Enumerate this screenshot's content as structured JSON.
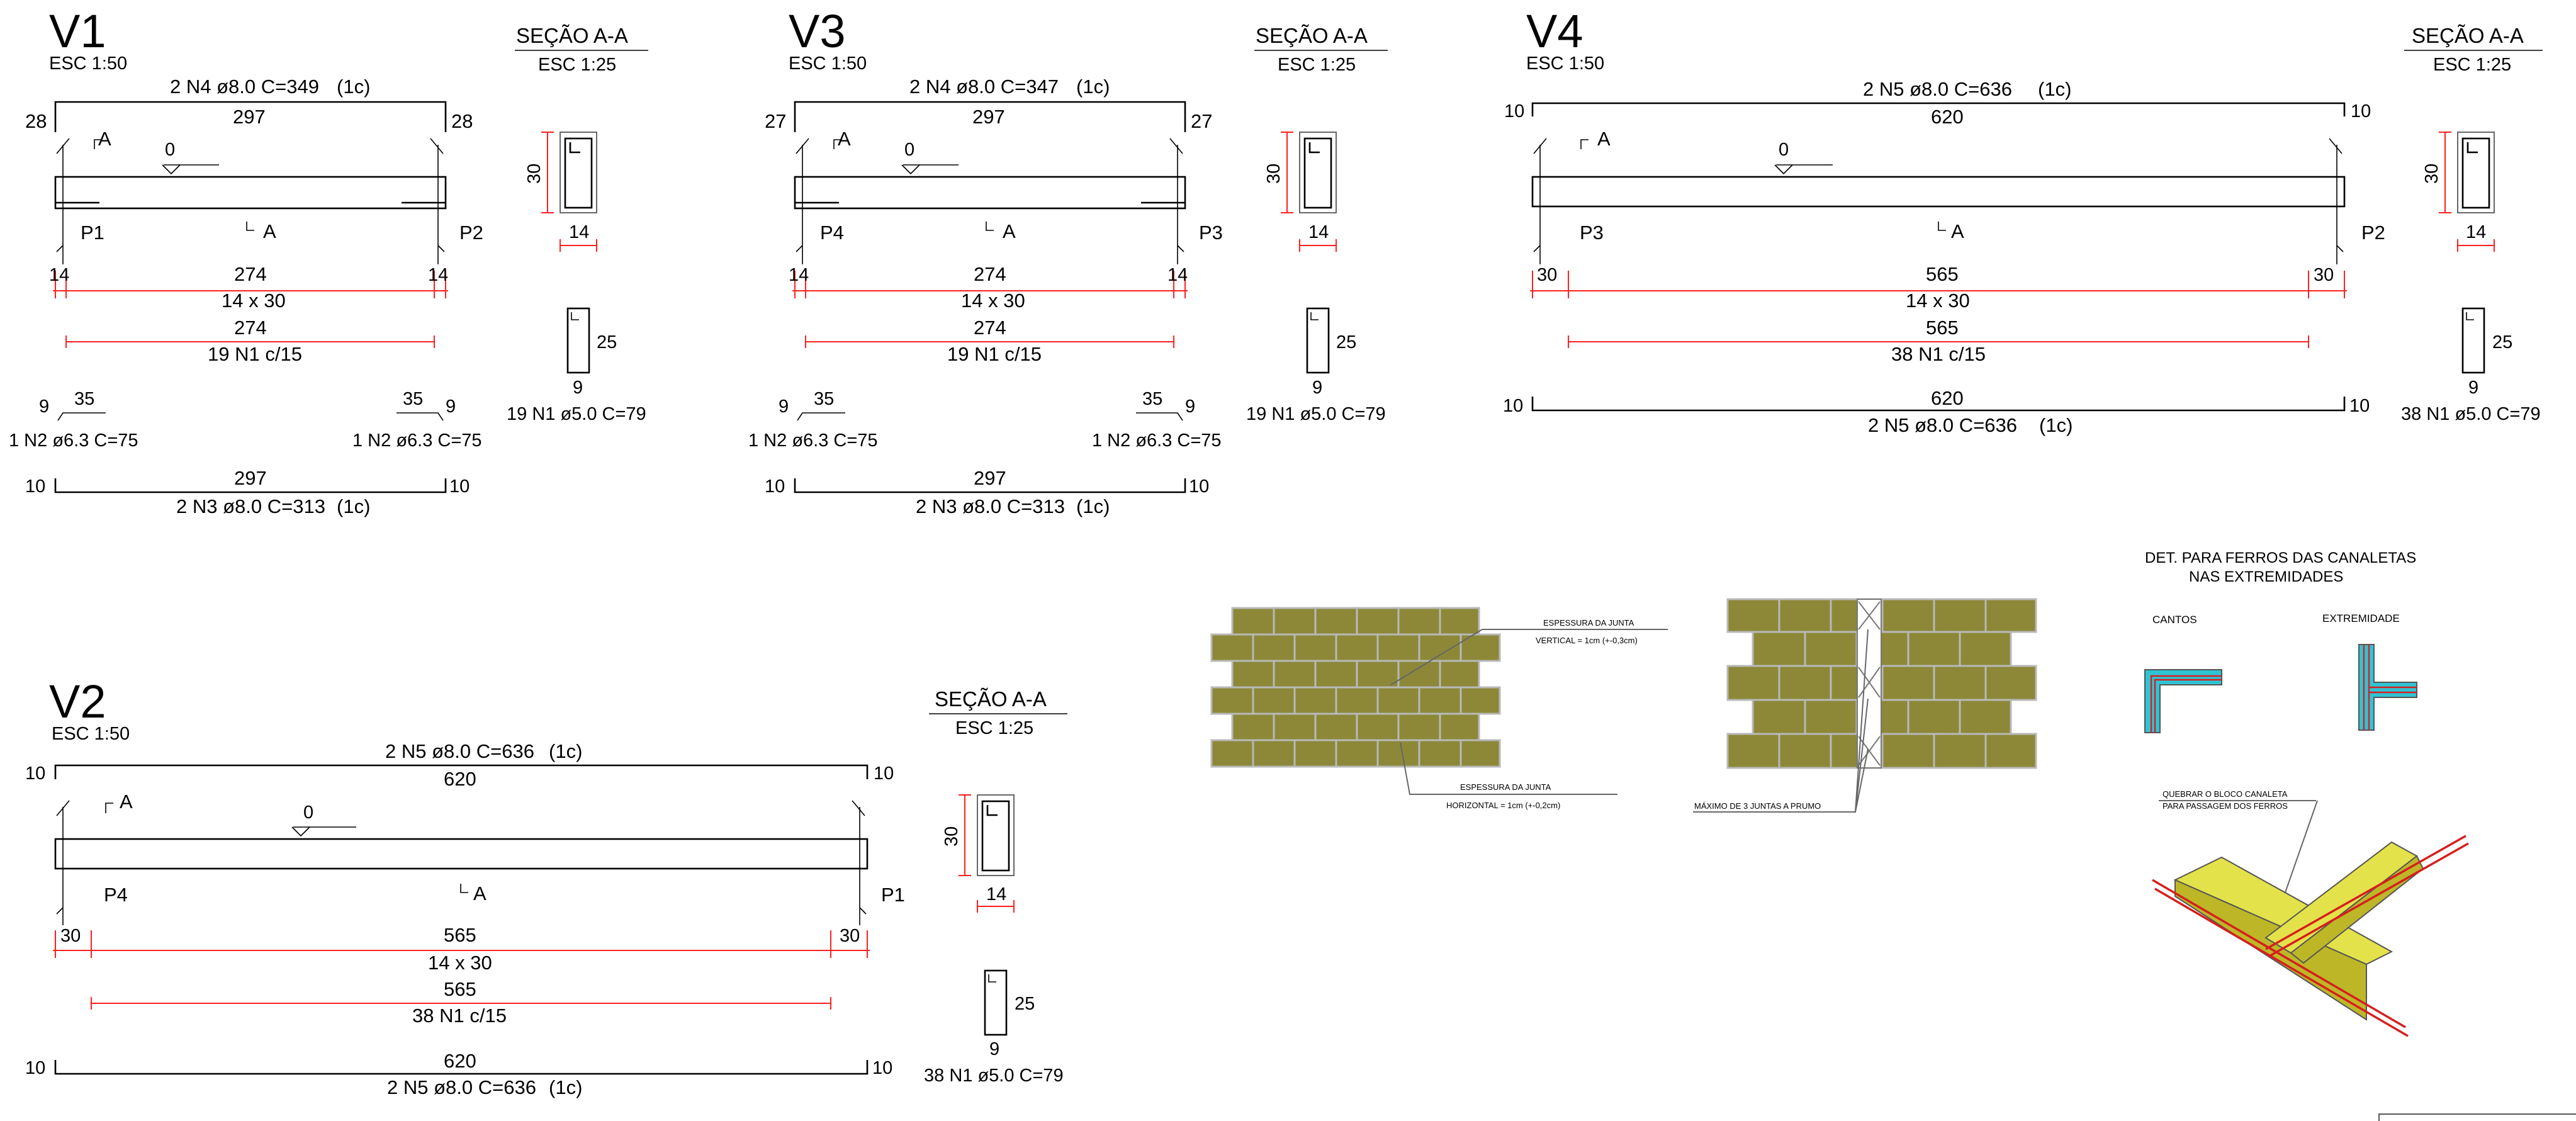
{
  "beams": [
    {
      "id": "V1",
      "scale": "ESC 1:50",
      "top_bar": "2 N4 ø8.0 C=349",
      "top_bar_layer": "(1c)",
      "top_length": "297",
      "top_hook_left": "28",
      "top_hook_right": "28",
      "section_cut": "A",
      "level": "0",
      "support_left": "P1",
      "support_right": "P2",
      "dim_left": "14",
      "dim_span": "274",
      "dim_right": "14",
      "beam_size": "14 x 30",
      "stirrup_span": "274",
      "stirrup_spec": "19 N1 c/15",
      "extra_left_len": "35",
      "extra_left_hook": "9",
      "extra_left_bar": "1 N2 ø6.3 C=75",
      "extra_right_len": "35",
      "extra_right_hook": "9",
      "extra_right_bar": "1 N2 ø6.3 C=75",
      "bottom_length": "297",
      "bottom_hook_left": "10",
      "bottom_hook_right": "10",
      "bottom_bar": "2 N3 ø8.0 C=313",
      "bottom_bar_layer": "(1c)",
      "section_title": "SEÇÃO A-A",
      "section_scale": "ESC 1:25",
      "section_height": "30",
      "section_width": "14",
      "stirrup_height": "25",
      "stirrup_width": "9",
      "stirrup_bar": "19 N1 ø5.0 C=79"
    },
    {
      "id": "V3",
      "scale": "ESC 1:50",
      "top_bar": "2 N4 ø8.0 C=347",
      "top_bar_layer": "(1c)",
      "top_length": "297",
      "top_hook_left": "27",
      "top_hook_right": "27",
      "section_cut": "A",
      "level": "0",
      "support_left": "P4",
      "support_right": "P3",
      "dim_left": "14",
      "dim_span": "274",
      "dim_right": "14",
      "beam_size": "14 x 30",
      "stirrup_span": "274",
      "stirrup_spec": "19 N1 c/15",
      "extra_left_len": "35",
      "extra_left_hook": "9",
      "extra_left_bar": "1 N2 ø6.3 C=75",
      "extra_right_len": "35",
      "extra_right_hook": "9",
      "extra_right_bar": "1 N2 ø6.3 C=75",
      "bottom_length": "297",
      "bottom_hook_left": "10",
      "bottom_hook_right": "10",
      "bottom_bar": "2 N3 ø8.0 C=313",
      "bottom_bar_layer": "(1c)",
      "section_title": "SEÇÃO A-A",
      "section_scale": "ESC 1:25",
      "section_height": "30",
      "section_width": "14",
      "stirrup_height": "25",
      "stirrup_width": "9",
      "stirrup_bar": "19 N1 ø5.0 C=79"
    },
    {
      "id": "V4",
      "scale": "ESC 1:50",
      "top_bar": "2 N5 ø8.0 C=636",
      "top_bar_layer": "(1c)",
      "top_length": "620",
      "top_hook_left": "10",
      "top_hook_right": "10",
      "section_cut": "A",
      "level": "0",
      "support_left": "P3",
      "support_right": "P2",
      "dim_left": "30",
      "dim_span": "565",
      "dim_right": "30",
      "beam_size": "14 x 30",
      "stirrup_span": "565",
      "stirrup_spec": "38 N1 c/15",
      "bottom_length": "620",
      "bottom_hook_left": "10",
      "bottom_hook_right": "10",
      "bottom_bar": "2 N5 ø8.0 C=636",
      "bottom_bar_layer": "(1c)",
      "section_title": "SEÇÃO A-A",
      "section_scale": "ESC 1:25",
      "section_height": "30",
      "section_width": "14",
      "stirrup_height": "25",
      "stirrup_width": "9",
      "stirrup_bar": "38 N1 ø5.0 C=79"
    },
    {
      "id": "V2",
      "scale": "ESC 1:50",
      "top_bar": "2 N5 ø8.0 C=636",
      "top_bar_layer": "(1c)",
      "top_length": "620",
      "top_hook_left": "10",
      "top_hook_right": "10",
      "section_cut": "A",
      "level": "0",
      "support_left": "P4",
      "support_right": "P1",
      "dim_left": "30",
      "dim_span": "565",
      "dim_right": "30",
      "beam_size": "14 x 30",
      "stirrup_span": "565",
      "stirrup_spec": "38 N1 c/15",
      "bottom_length": "620",
      "bottom_hook_left": "10",
      "bottom_hook_right": "10",
      "bottom_bar": "2 N5 ø8.0 C=636",
      "bottom_bar_layer": "(1c)",
      "section_title": "SEÇÃO A-A",
      "section_scale": "ESC 1:25",
      "section_height": "30",
      "section_width": "14",
      "stirrup_height": "25",
      "stirrup_width": "9",
      "stirrup_bar": "38 N1 ø5.0 C=79"
    }
  ],
  "masonry": {
    "joint_vertical_title": "ESPESSURA DA JUNTA",
    "joint_vertical_value": "VERTICAL = 1cm (+-0,3cm)",
    "joint_horizontal_title": "ESPESSURA DA JUNTA",
    "joint_horizontal_value": "HORIZONTAL = 1cm (+-0,2cm)",
    "max_joints": "MÁXIMO DE 3 JUNTAS A PRUMO"
  },
  "channel_detail": {
    "title_line1": "DET. PARA FERROS DAS CANALETAS",
    "title_line2": "NAS EXTREMIDADES",
    "corners_label": "CANTOS",
    "end_label": "EXTREMIDADE",
    "note_line1": "QUEBRAR O BLOCO CANALETA",
    "note_line2": "PARA PASSAGEM DOS FERROS"
  },
  "colors": {
    "dimension_red": "#ff2020",
    "brick_olive": "#8c8838",
    "channel_cyan": "#2fc4d4",
    "block_yellow": "#e4e24a"
  }
}
